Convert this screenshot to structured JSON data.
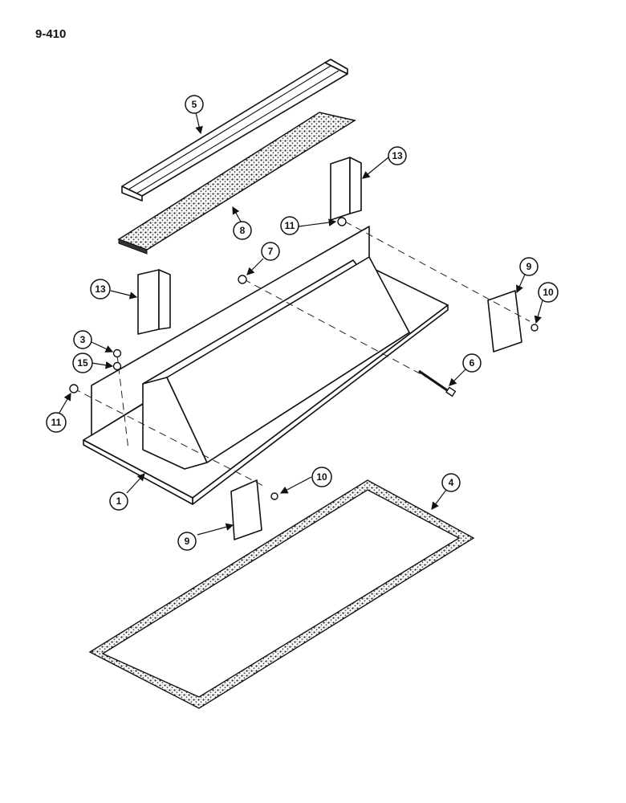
{
  "page": {
    "label": "9-410"
  },
  "callouts": [
    "5",
    "8",
    "13",
    "11",
    "7",
    "13",
    "9",
    "10",
    "3",
    "15",
    "6",
    "11",
    "10",
    "4",
    "1",
    "9"
  ]
}
